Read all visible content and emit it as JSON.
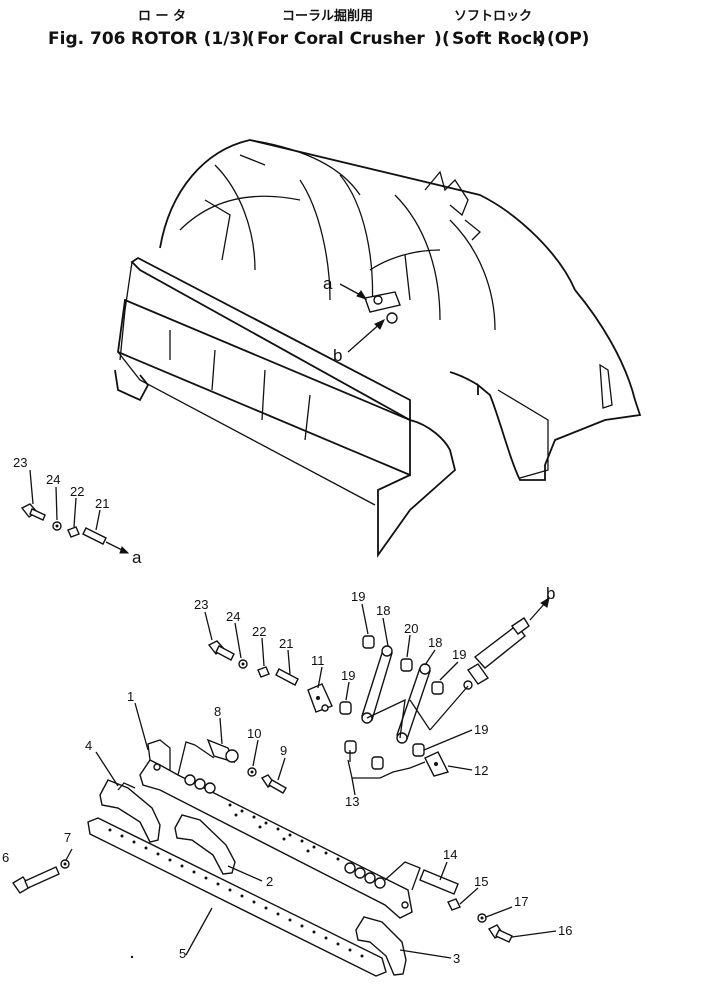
{
  "title": {
    "jp_main": "ロ ー タ",
    "jp_sub1": "コーラル掘削用",
    "jp_sub2": "ソフトロック",
    "fig_label": "Fig. 706",
    "name": "ROTOR (1/3)",
    "option1": "For Coral Crusher",
    "option2": "Soft Rock",
    "option3": "(OP)"
  },
  "refs": {
    "a": "a",
    "b": "b"
  },
  "callouts": {
    "c1": "1",
    "c2": "2",
    "c3": "3",
    "c4": "4",
    "c5": "5",
    "c6": "6",
    "c7": "7",
    "c8": "8",
    "c9": "9",
    "c10": "10",
    "c11": "11",
    "c12": "12",
    "c13": "13",
    "c14": "14",
    "c15": "15",
    "c16": "16",
    "c17": "17",
    "c18a": "18",
    "c18b": "18",
    "c19a": "19",
    "c19b": "19",
    "c19c": "19",
    "c19d": "19",
    "c20": "20",
    "c21a": "21",
    "c21b": "21",
    "c22a": "22",
    "c22b": "22",
    "c23a": "23",
    "c23b": "23",
    "c24a": "24",
    "c24b": "24"
  }
}
